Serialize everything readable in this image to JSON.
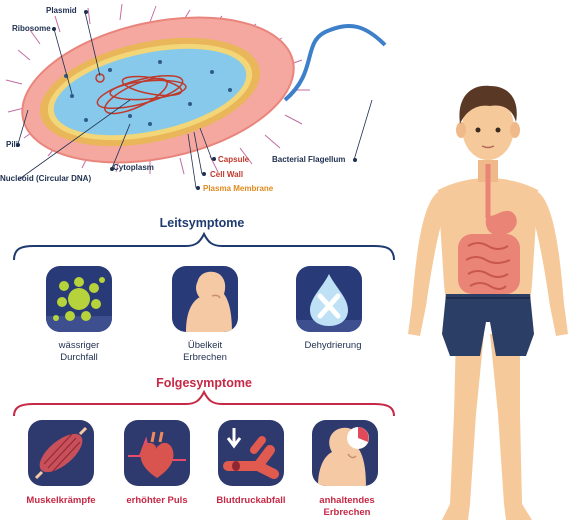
{
  "bacterium": {
    "labels": {
      "plasmid": "Plasmid",
      "ribosome": "Ribosome",
      "pili": "Pili",
      "nucleoid": "Nucleoid (Circular DNA)",
      "cytoplasm": "Cytoplasm",
      "capsule": "Capsule",
      "cell_wall": "Cell Wall",
      "plasma_membrane": "Plasma Membrane",
      "flagellum": "Bacterial Flagellum"
    }
  },
  "leitsymptome": {
    "title": "Leitsymptome",
    "items": [
      {
        "label": "wässriger\nDurchfall",
        "icon": "splash-icon"
      },
      {
        "label": "Übelkeit\nErbrechen",
        "icon": "nausea-head-icon"
      },
      {
        "label": "Dehydrierung",
        "icon": "water-drop-x-icon"
      }
    ]
  },
  "folgesymptome": {
    "title": "Folgesymptome",
    "items": [
      {
        "label": "Muskelkrämpfe",
        "icon": "muscle-icon"
      },
      {
        "label": "erhöhter Puls",
        "icon": "heart-pulse-icon"
      },
      {
        "label": "Blutdruckabfall",
        "icon": "blood-vessel-icon"
      },
      {
        "label": "anhaltendes\nErbrechen",
        "icon": "vomiting-head-icon"
      }
    ]
  },
  "colors": {
    "tile": "#283a78",
    "leit_accent": "#1f3a6e",
    "folge_accent": "#c62845",
    "skin": "#f6c99b",
    "shorts": "#2b3f66"
  }
}
